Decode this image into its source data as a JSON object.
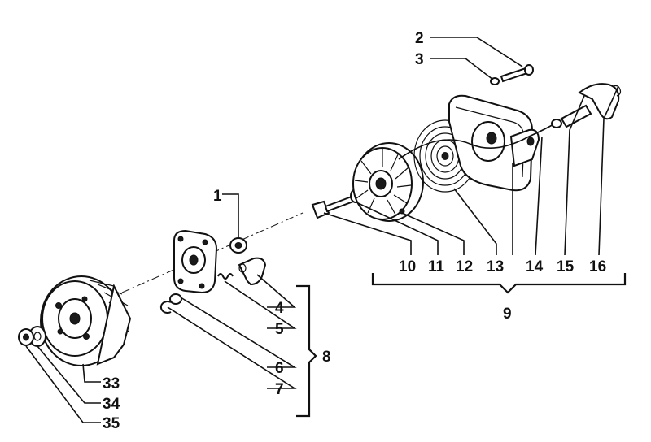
{
  "diagram": {
    "callouts": [
      {
        "id": "1",
        "text": "1"
      },
      {
        "id": "2",
        "text": "2"
      },
      {
        "id": "3",
        "text": "3"
      },
      {
        "id": "4",
        "text": "4"
      },
      {
        "id": "5",
        "text": "5"
      },
      {
        "id": "6",
        "text": "6"
      },
      {
        "id": "7",
        "text": "7"
      },
      {
        "id": "8",
        "text": "8"
      },
      {
        "id": "9",
        "text": "9"
      },
      {
        "id": "10",
        "text": "10"
      },
      {
        "id": "11",
        "text": "11"
      },
      {
        "id": "12",
        "text": "12"
      },
      {
        "id": "13",
        "text": "13"
      },
      {
        "id": "14",
        "text": "14"
      },
      {
        "id": "15",
        "text": "15"
      },
      {
        "id": "16",
        "text": "16"
      },
      {
        "id": "33",
        "text": "33"
      },
      {
        "id": "34",
        "text": "34"
      },
      {
        "id": "35",
        "text": "35"
      }
    ],
    "colors": {
      "ink": "#111111",
      "paper": "#ffffff"
    }
  }
}
